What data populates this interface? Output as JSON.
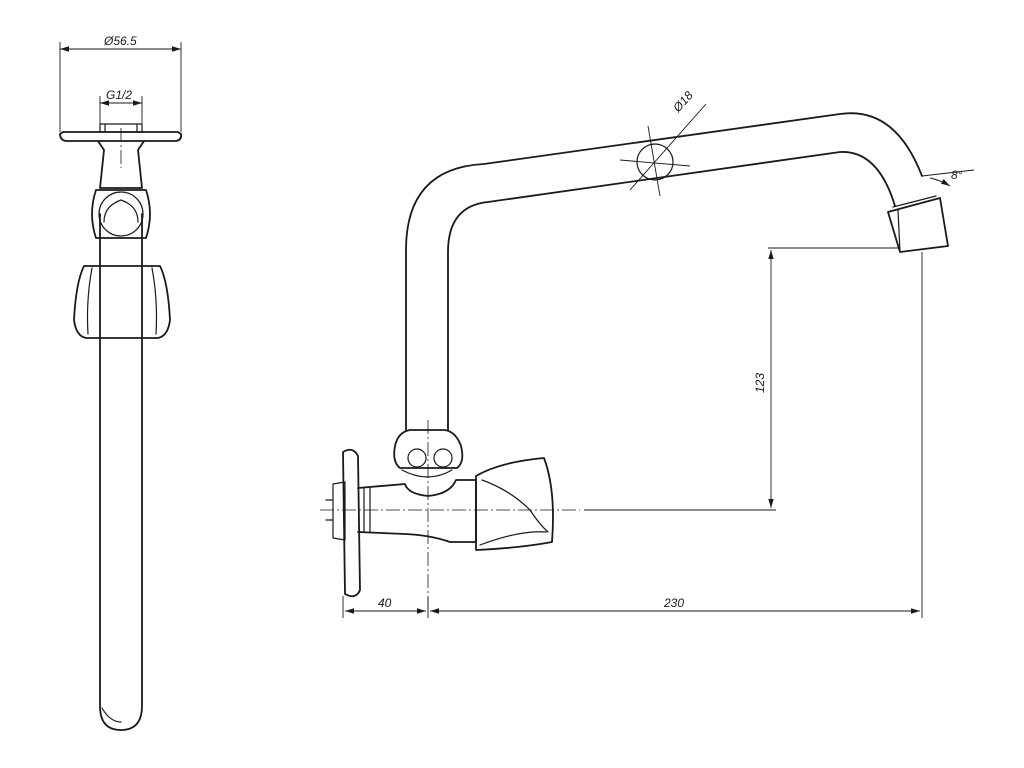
{
  "dimensions": {
    "flange_diameter": "Ø56.5",
    "thread": "G1/2",
    "pipe_diameter": "Ø18",
    "outlet_angle": "8°",
    "outlet_height": "123",
    "wall_offset": "40",
    "reach": "230"
  }
}
